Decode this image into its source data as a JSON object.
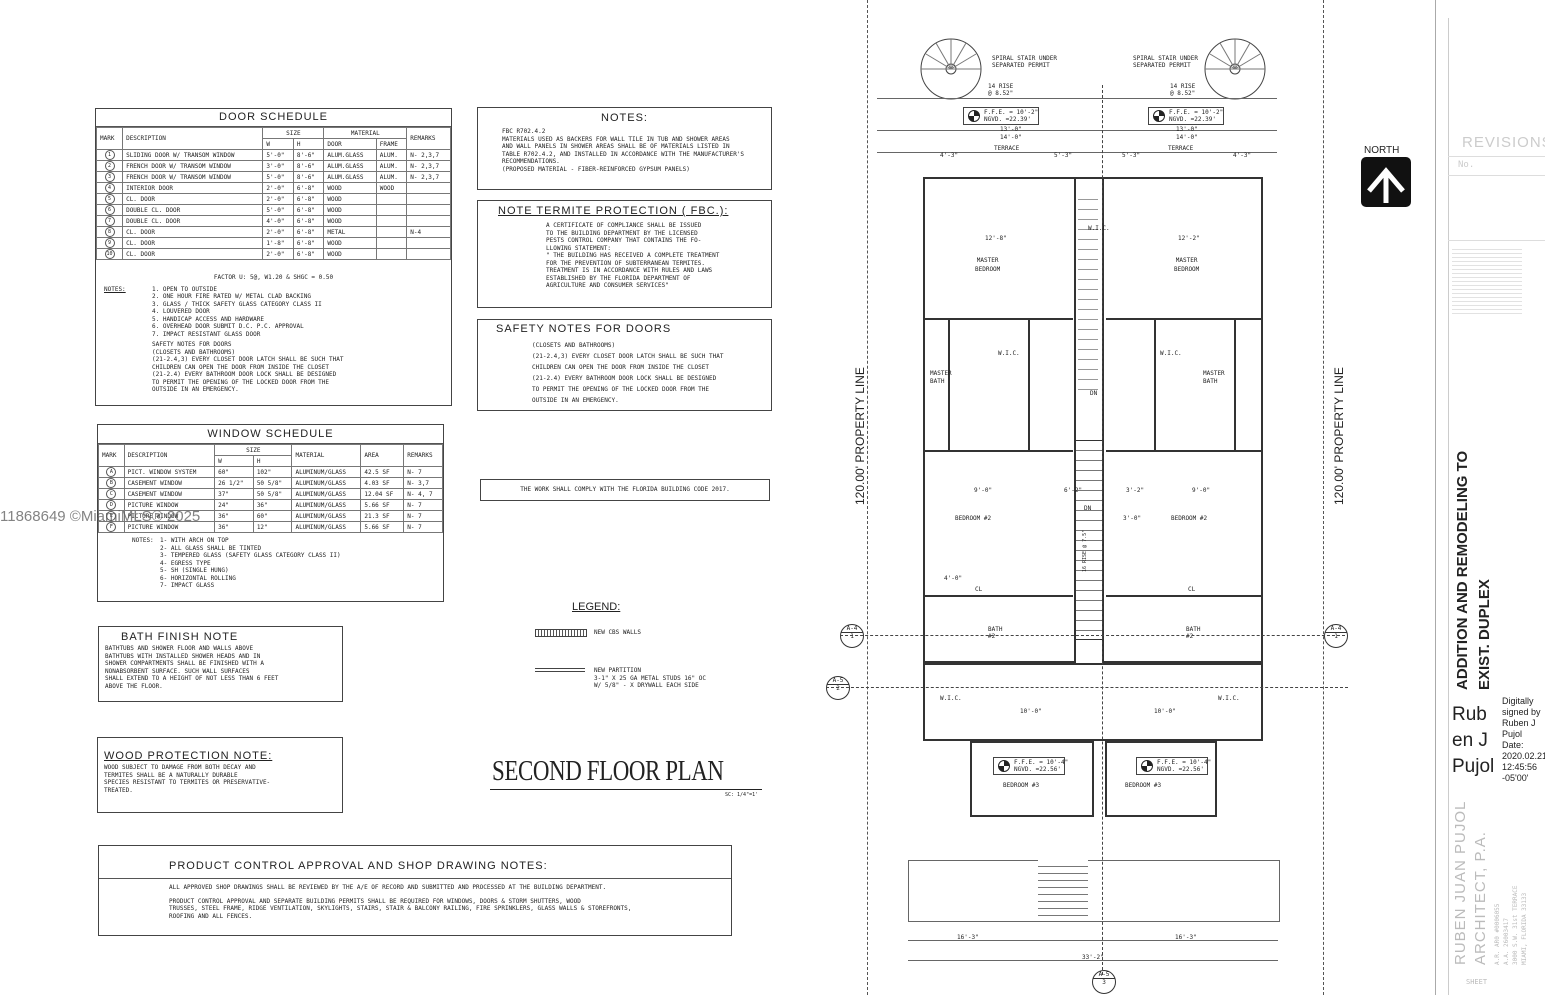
{
  "door_schedule": {
    "title": "DOOR SCHEDULE",
    "col_mark": "MARK",
    "col_desc": "DESCRIPTION",
    "col_size": "SIZE",
    "col_w": "W",
    "col_h": "H",
    "col_material": "MATERIAL",
    "col_door": "DOOR",
    "col_frame": "FRAME",
    "col_remarks": "REMARKS",
    "rows": [
      {
        "mark": "1",
        "desc": "SLIDING DOOR W/ TRANSOM WINDOW",
        "w": "5'-0\"",
        "h": "8'-6\"",
        "door": "ALUM.GLASS",
        "frame": "ALUM.",
        "remarks": "N- 2,3,7"
      },
      {
        "mark": "2",
        "desc": "FRENCH DOOR W/ TRANSOM WINDOW",
        "w": "3'-0\"",
        "h": "8'-6\"",
        "door": "ALUM.GLASS",
        "frame": "ALUM.",
        "remarks": "N- 2,3,7"
      },
      {
        "mark": "3",
        "desc": "FRENCH DOOR W/ TRANSOM WINDOW",
        "w": "5'-0\"",
        "h": "8'-6\"",
        "door": "ALUM.GLASS",
        "frame": "ALUM.",
        "remarks": "N- 2,3,7"
      },
      {
        "mark": "4",
        "desc": "INTERIOR DOOR",
        "w": "2'-0\"",
        "h": "6'-8\"",
        "door": "WOOD",
        "frame": "WOOD",
        "remarks": ""
      },
      {
        "mark": "5",
        "desc": "CL. DOOR",
        "w": "2'-0\"",
        "h": "6'-8\"",
        "door": "WOOD",
        "frame": "",
        "remarks": ""
      },
      {
        "mark": "6",
        "desc": "DOUBLE CL. DOOR",
        "w": "5'-0\"",
        "h": "6'-8\"",
        "door": "WOOD",
        "frame": "",
        "remarks": ""
      },
      {
        "mark": "7",
        "desc": "DOUBLE CL. DOOR",
        "w": "4'-0\"",
        "h": "6'-8\"",
        "door": "WOOD",
        "frame": "",
        "remarks": ""
      },
      {
        "mark": "8",
        "desc": "CL. DOOR",
        "w": "2'-0\"",
        "h": "6'-8\"",
        "door": "METAL",
        "frame": "",
        "remarks": "N-4"
      },
      {
        "mark": "9",
        "desc": "CL. DOOR",
        "w": "1'-8\"",
        "h": "6'-8\"",
        "door": "WOOD",
        "frame": "",
        "remarks": ""
      },
      {
        "mark": "10",
        "desc": "CL. DOOR",
        "w": "2'-0\"",
        "h": "6'-8\"",
        "door": "WOOD",
        "frame": "",
        "remarks": ""
      }
    ],
    "factor": "FACTOR U: 5@, W1.20 & SHGC = 0.50",
    "notes_label": "NOTES:",
    "notes": [
      "1.   OPEN TO OUTSIDE",
      "2.   ONE HOUR FIRE RATED W/ METAL CLAD BACKING",
      "3.   GLASS / THICK SAFETY GLASS CATEGORY CLASS II",
      "4.   LOUVERED DOOR",
      "5.   HANDICAP ACCESS AND HARDWARE",
      "6.   OVERHEAD DOOR SUBMIT D.C. P.C. APPROVAL",
      "7.   IMPACT RESISTANT GLASS DOOR"
    ],
    "safety_lines": [
      "SAFETY NOTES FOR DOORS",
      "(CLOSETS AND BATHROOMS)",
      "(21-2.4,3) EVERY CLOSET DOOR LATCH SHALL BE SUCH THAT",
      "CHILDREN CAN OPEN THE DOOR FROM INSIDE THE CLOSET",
      "(21-2.4) EVERY BATHROOM DOOR LOCK SHALL BE DESIGNED",
      "TO PERMIT THE OPENING OF THE LOCKED DOOR FROM THE",
      "OUTSIDE IN AN EMERGENCY."
    ]
  },
  "window_schedule": {
    "title": "WINDOW SCHEDULE",
    "col_mark": "MARK",
    "col_desc": "DESCRIPTION",
    "col_size": "SIZE",
    "col_w": "W",
    "col_h": "H",
    "col_material": "MATERIAL",
    "col_area": "AREA",
    "col_remarks": "REMARKS",
    "rows": [
      {
        "mark": "A",
        "desc": "PICT. WINDOW SYSTEM",
        "w": "60\"",
        "h": "102\"",
        "material": "ALUMINUM/GLASS",
        "area": "42.5 SF",
        "remarks": "N- 7"
      },
      {
        "mark": "B",
        "desc": "CASEMENT WINDOW",
        "w": "26 1/2\"",
        "h": "50 5/8\"",
        "material": "ALUMINUM/GLASS",
        "area": "4.03 SF",
        "remarks": "N- 3,7"
      },
      {
        "mark": "C",
        "desc": "CASEMENT WINDOW",
        "w": "37\"",
        "h": "50 5/8\"",
        "material": "ALUMINUM/GLASS",
        "area": "12.04 SF",
        "remarks": "N- 4, 7"
      },
      {
        "mark": "D",
        "desc": "PICTURE WINDOW",
        "w": "24\"",
        "h": "36\"",
        "material": "ALUMINUM/GLASS",
        "area": "5.66 SF",
        "remarks": "N- 7"
      },
      {
        "mark": "E",
        "desc": "PICTURE WINDOW",
        "w": "36\"",
        "h": "60\"",
        "material": "ALUMINUM/GLASS",
        "area": "21.3 SF",
        "remarks": "N- 7"
      },
      {
        "mark": "F",
        "desc": "PICTURE WINDOW",
        "w": "36\"",
        "h": "12\"",
        "material": "ALUMINUM/GLASS",
        "area": "5.66 SF",
        "remarks": "N- 7"
      }
    ],
    "notes_label": "NOTES:",
    "notes": [
      "1- WITH ARCH ON TOP",
      "2- ALL GLASS SHALL BE TINTED",
      "3- TEMPERED GLASS (SAFETY GLASS CATEGORY CLASS II)",
      "4- EGRESS TYPE",
      "5- SH (SINGLE HUNG)",
      "6- HORIZONTAL ROLLING",
      "7- IMPACT GLASS"
    ]
  },
  "watermark": "11868649 ©MiamiMLS® 2025",
  "notes_box": {
    "title": "NOTES:",
    "lines": [
      "FBC R702.4.2",
      "MATERIALS USED AS BACKERS FOR WALL TILE IN TUB AND SHOWER AREAS",
      "AND WALL PANELS IN SHOWER AREAS SHALL BE OF MATERIALS LISTED IN",
      "TABLE R702.4.2, AND INSTALLED IN ACCORDANCE WITH THE MANUFACTURER'S",
      "RECOMMENDATIONS.",
      "(PROPOSED MATERIAL - FIBER-REINFORCED GYPSUM PANELS)"
    ]
  },
  "termite_box": {
    "title": "NOTE TERMITE PROTECTION ( FBC.):",
    "lines": [
      "A CERTIFICATE OF COMPLIANCE SHALL BE ISSUED",
      "TO THE BUILDING DEPARTMENT BY THE LICENSED",
      "PESTS CONTROL COMPANY THAT CONTAINS THE FO-",
      "LLOWING STATEMENT:",
      "\" THE BUILDING HAS RECEIVED A COMPLETE TREATMENT",
      "FOR THE PREVENTION OF SUBTERRANEAN TERMITES.",
      "TREATMENT IS IN ACCORDANCE WITH RULES AND LAWS",
      "ESTABLISHED BY THE FLORIDA DEPARTMENT OF",
      "AGRICULTURE AND CONSUMER SERVICES\""
    ]
  },
  "safety_box": {
    "title": "SAFETY NOTES FOR DOORS",
    "lines": [
      "(CLOSETS AND BATHROOMS)",
      "(21-2.4,3) EVERY CLOSET DOOR LATCH SHALL BE SUCH THAT",
      "CHILDREN CAN OPEN THE DOOR FROM INSIDE THE CLOSET",
      "(21-2.4) EVERY BATHROOM DOOR LOCK SHALL BE DESIGNED",
      "TO PERMIT THE OPENING OF THE LOCKED DOOR FROM THE",
      "OUTSIDE IN AN EMERGENCY."
    ]
  },
  "code_box": "THE WORK SHALL COMPLY WITH THE FLORIDA BUILDING CODE 2017.",
  "legend": {
    "title": "LEGEND:",
    "cbs": "NEW CBS WALLS",
    "partition_lines": [
      "NEW PARTITION",
      "3-1\" x 25 ga METAL STUDS 16\" OC",
      "W/ 5/8\" - X  DRYWALL  EACH SIDE"
    ]
  },
  "bath_note": {
    "title": "BATH FINISH NOTE",
    "lines": [
      "BATHTUBS AND SHOWER FLOOR AND WALLS ABOVE",
      "BATHTUBS WITH INSTALLED SHOWER HEADS AND IN",
      "SHOWER COMPARTMENTS SHALL BE FINISHED WITH A",
      "NONABSORBENT SURFACE. SUCH WALL SURFACES",
      "SHALL EXTEND TO A HEIGHT OF NOT LESS THAN 6 FEET",
      "ABOVE THE FLOOR."
    ]
  },
  "wood_note": {
    "title": "WOOD PROTECTION NOTE:",
    "lines": [
      "WOOD SUBJECT TO DAMAGE  FROM BOTH DECAY AND",
      "TERMITES SHALL BE A  NATURALLY DURABLE",
      "SPECIES RESISTANT TO  TERMITES OR PRESERVATIVE-",
      "TREATED."
    ]
  },
  "plan_title": "SECOND FLOOR PLAN",
  "plan_scale": "SC: 1/4\"=1'",
  "product_box": {
    "title": "PRODUCT CONTROL APPROVAL AND SHOP DRAWING NOTES:",
    "line1": "ALL APPROVED SHOP DRAWINGS SHALL BE REVIEWED BY THE A/E OF RECORD AND  SUBMITTED AND PROCESSED AT THE BUILDING DEPARTMENT.",
    "line2": "PRODUCT CONTROL APPROVAL AND SEPARATE BUILDING PERMITS SHALL BE REQUIRED FOR WINDOWS, DOORS & STORM SHUTTERS, WOOD",
    "line3": "TRUSSES, STEEL FRAME, RIDGE VENTILATION,  SKYLIGHTS, STAIRS, STAIR & BALCONY RAILING, FIRE SPRINKLERS, GLASS WALLS & STOREFRONTS,",
    "line4": "ROOFING AND ALL FENCES."
  },
  "floorplan": {
    "property_line": "120.00' PROPERTY LINE",
    "spiral_left": [
      "SPIRAL STAIR UNDER",
      "SEPARATED PERMIT"
    ],
    "spiral_right": [
      "SPIRAL STAIR UNDER",
      "SEPARATED PERMIT"
    ],
    "rise_left": [
      "14 RISE",
      "@ 8.52\""
    ],
    "rise_right": [
      "14 RISE",
      "@ 8.52\""
    ],
    "ffe_top": [
      "F.F.E. = 10'-2\"",
      "NGVD. =22.39'"
    ],
    "ffe_bottom": [
      "F.F.E. = 10'-4\"",
      "NGVD. =22.56'"
    ],
    "terrace": "TERRACE",
    "master_bedroom": [
      "MASTER",
      "BEDROOM"
    ],
    "master_bath": [
      "MASTER",
      "BATH"
    ],
    "wic": "W.I.C.",
    "bedroom2": "BEDROOM #2",
    "bath2": [
      "BATH",
      "#2"
    ],
    "bedroom3": "BEDROOM #3",
    "cl": "CL",
    "dn": "DN",
    "stair_rise": "16 RISE @ 7.5\"",
    "dims_top": [
      "13'-0\"",
      "14'-0\"",
      "4'-3\"",
      "5'-3\"",
      "5'-3\"",
      "4'-3\""
    ],
    "dim_12_8": "12'-8\"",
    "dim_12_2": "12'-2\"",
    "dim_9_0": "9'-0\"",
    "dim_6_2": "6'-2\"",
    "dim_3_2": "3'-2\"",
    "dim_10_0": "10'-0\"",
    "dim_16_3": "16'-3\"",
    "dim_33_2": "33'-2\"",
    "dim_4_0": "4'-0\"",
    "dim_3_0": "3'-0\"",
    "section_a4": "A-4",
    "section_a5": "A-5",
    "section_1": "1",
    "section_2": "2",
    "section_3": "3"
  },
  "north_label": "NORTH",
  "title_block": {
    "revisions": "REVISIONS",
    "rev_no": "No.",
    "project": [
      "ADDITION AND REMODELING TO",
      "EXIST. DUPLEX"
    ],
    "signer_big": [
      "Rub",
      "en J",
      "Pujol"
    ],
    "signer_small": [
      "Digitally",
      "signed by",
      "Ruben J",
      "Pujol",
      "Date:",
      "2020.02.21",
      "12:45:56",
      "-05'00'"
    ],
    "firm": [
      "RUBEN JUAN PUJOL",
      "ARCHITECT, P.A."
    ],
    "firm_info": [
      "A.R. AR0 #0006055",
      "A.A. 26003417",
      "3000 S.W. 31st TERRACE",
      "MIAMI, FLORIDA 33133"
    ],
    "sheet": "SHEET"
  }
}
